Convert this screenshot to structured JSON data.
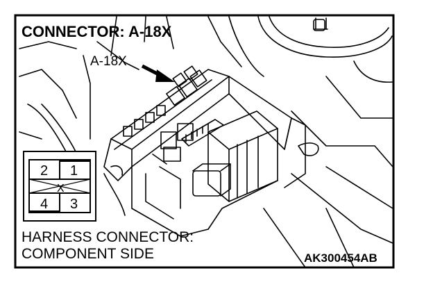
{
  "title": "CONNECTOR: A-18X",
  "callout_label": "A-18X",
  "pins": [
    "2",
    "1",
    "X",
    "4",
    "3"
  ],
  "caption_line1": "HARNESS CONNECTOR:",
  "caption_line2": "COMPONENT SIDE",
  "figure_code": "AK300454AB",
  "colors": {
    "line": "#000000",
    "background": "#ffffff"
  }
}
